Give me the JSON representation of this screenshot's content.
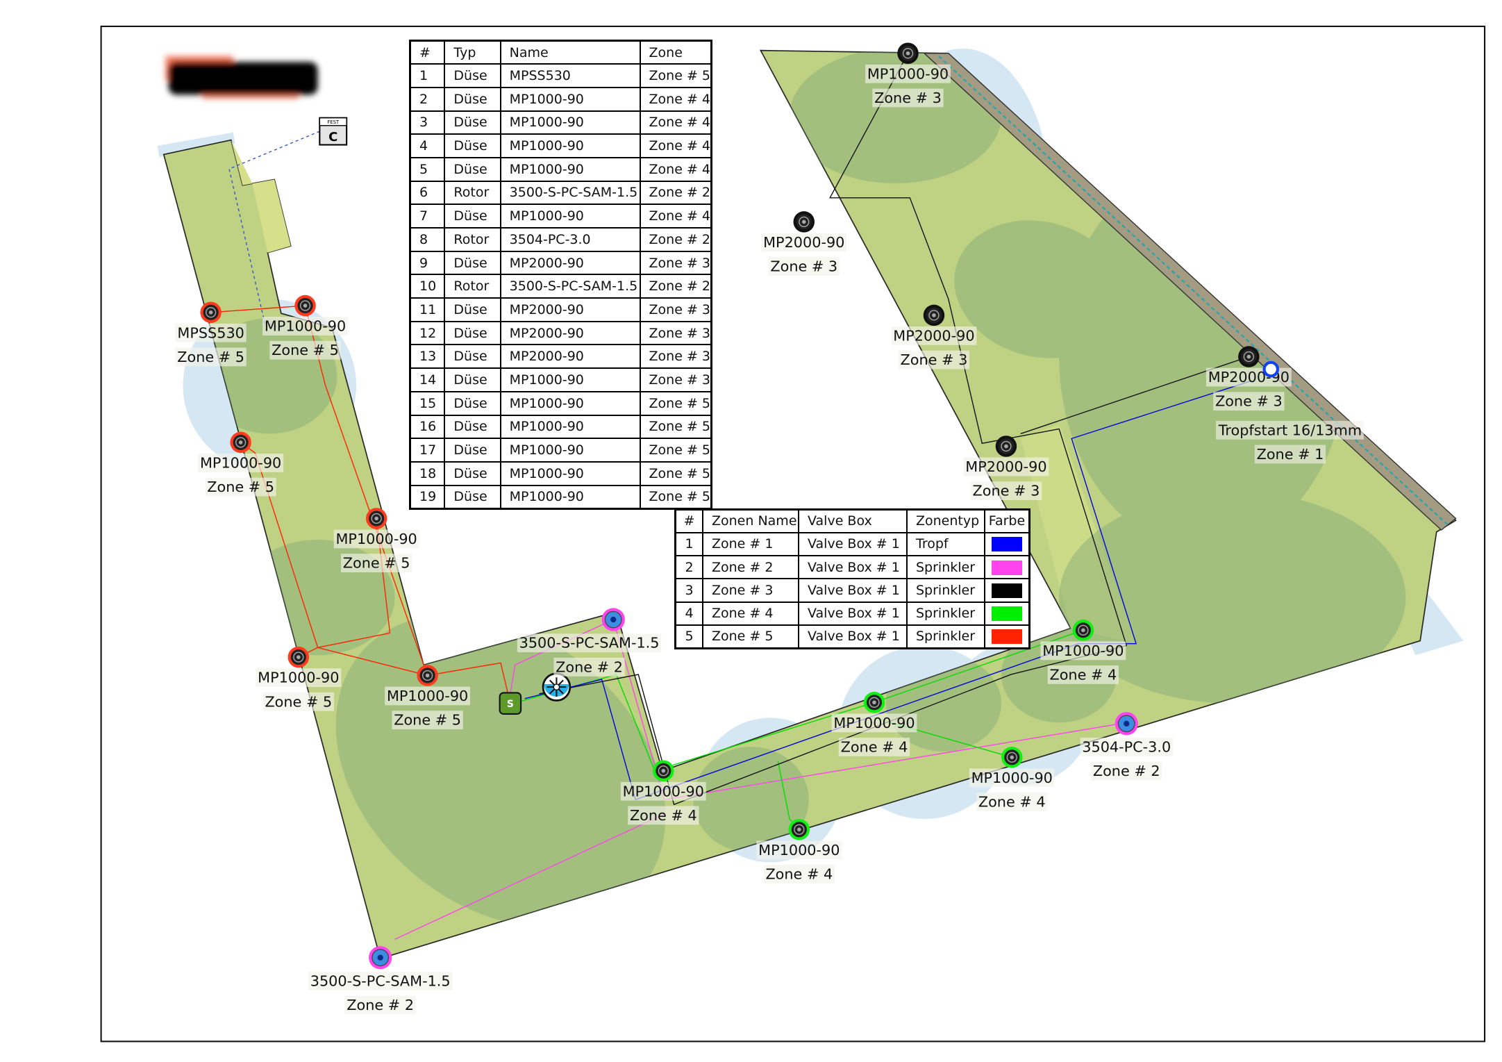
{
  "legend_box": {
    "top": "FEST",
    "letter": "C"
  },
  "valve_label": "S",
  "drip_start": {
    "name": "Tropfstart 16/13mm",
    "zone": "Zone # 1"
  },
  "heads": [
    {
      "name": "MPSS530",
      "zone": "Zone # 5",
      "ring": "#ff3b1f",
      "type": "nozzle"
    },
    {
      "name": "MP1000-90",
      "zone": "Zone # 5",
      "ring": "#ff3b1f",
      "type": "nozzle"
    },
    {
      "name": "MP1000-90",
      "zone": "Zone # 5",
      "ring": "#ff3b1f",
      "type": "nozzle"
    },
    {
      "name": "MP1000-90",
      "zone": "Zone # 5",
      "ring": "#ff3b1f",
      "type": "nozzle"
    },
    {
      "name": "MP1000-90",
      "zone": "Zone # 5",
      "ring": "#ff3b1f",
      "type": "nozzle"
    },
    {
      "name": "MP1000-90",
      "zone": "Zone # 5",
      "ring": "#ff3b1f",
      "type": "nozzle"
    },
    {
      "name": "3500-S-PC-SAM-1.5",
      "zone": "Zone # 2",
      "ring": "#ff44ee",
      "type": "rotor"
    },
    {
      "name": "MP1000-90",
      "zone": "Zone # 4",
      "ring": "#11ee11",
      "type": "nozzle"
    },
    {
      "name": "MP1000-90",
      "zone": "Zone # 4",
      "ring": "#11ee11",
      "type": "nozzle"
    },
    {
      "name": "MP1000-90",
      "zone": "Zone # 4",
      "ring": "#11ee11",
      "type": "nozzle"
    },
    {
      "name": "MP1000-90",
      "zone": "Zone # 4",
      "ring": "#11ee11",
      "type": "nozzle"
    },
    {
      "name": "MP1000-90",
      "zone": "Zone # 4",
      "ring": "#11ee11",
      "type": "nozzle"
    },
    {
      "name": "3504-PC-3.0",
      "zone": "Zone # 2",
      "ring": "#ff44ee",
      "type": "rotor"
    },
    {
      "name": "3500-S-PC-SAM-1.5",
      "zone": "Zone # 2",
      "ring": "#ff44ee",
      "type": "rotor"
    },
    {
      "name": "MP1000-90",
      "zone": "Zone # 3",
      "ring": "#111111",
      "type": "nozzle"
    },
    {
      "name": "MP2000-90",
      "zone": "Zone # 3",
      "ring": "#111111",
      "type": "nozzle"
    },
    {
      "name": "MP2000-90",
      "zone": "Zone # 3",
      "ring": "#111111",
      "type": "nozzle"
    },
    {
      "name": "MP2000-90",
      "zone": "Zone # 3",
      "ring": "#111111",
      "type": "nozzle"
    },
    {
      "name": "MP2000-90",
      "zone": "Zone # 3",
      "ring": "#111111",
      "type": "nozzle"
    }
  ],
  "heads_table": {
    "headers": [
      "#",
      "Typ",
      "Name",
      "Zone"
    ],
    "rows": [
      [
        "1",
        "Düse",
        "MPSS530",
        "Zone # 5"
      ],
      [
        "2",
        "Düse",
        "MP1000-90",
        "Zone # 4"
      ],
      [
        "3",
        "Düse",
        "MP1000-90",
        "Zone # 4"
      ],
      [
        "4",
        "Düse",
        "MP1000-90",
        "Zone # 4"
      ],
      [
        "5",
        "Düse",
        "MP1000-90",
        "Zone # 4"
      ],
      [
        "6",
        "Rotor",
        "3500-S-PC-SAM-1.5",
        "Zone # 2"
      ],
      [
        "7",
        "Düse",
        "MP1000-90",
        "Zone # 4"
      ],
      [
        "8",
        "Rotor",
        "3504-PC-3.0",
        "Zone # 2"
      ],
      [
        "9",
        "Düse",
        "MP2000-90",
        "Zone # 3"
      ],
      [
        "10",
        "Rotor",
        "3500-S-PC-SAM-1.5",
        "Zone # 2"
      ],
      [
        "11",
        "Düse",
        "MP2000-90",
        "Zone # 3"
      ],
      [
        "12",
        "Düse",
        "MP2000-90",
        "Zone # 3"
      ],
      [
        "13",
        "Düse",
        "MP2000-90",
        "Zone # 3"
      ],
      [
        "14",
        "Düse",
        "MP1000-90",
        "Zone # 3"
      ],
      [
        "15",
        "Düse",
        "MP1000-90",
        "Zone # 5"
      ],
      [
        "16",
        "Düse",
        "MP1000-90",
        "Zone # 5"
      ],
      [
        "17",
        "Düse",
        "MP1000-90",
        "Zone # 5"
      ],
      [
        "18",
        "Düse",
        "MP1000-90",
        "Zone # 5"
      ],
      [
        "19",
        "Düse",
        "MP1000-90",
        "Zone # 5"
      ]
    ]
  },
  "zones_table": {
    "headers": [
      "#",
      "Zonen Name",
      "Valve Box",
      "Zonentyp",
      "Farbe"
    ],
    "rows": [
      {
        "n": "1",
        "name": "Zone # 1",
        "box": "Valve Box # 1",
        "type": "Tropf",
        "color": "#0000ff"
      },
      {
        "n": "2",
        "name": "Zone # 2",
        "box": "Valve Box # 1",
        "type": "Sprinkler",
        "color": "#ff44ee"
      },
      {
        "n": "3",
        "name": "Zone # 3",
        "box": "Valve Box # 1",
        "type": "Sprinkler",
        "color": "#000000"
      },
      {
        "n": "4",
        "name": "Zone # 4",
        "box": "Valve Box # 1",
        "type": "Sprinkler",
        "color": "#00ee00"
      },
      {
        "n": "5",
        "name": "Zone # 5",
        "box": "Valve Box # 1",
        "type": "Sprinkler",
        "color": "#ff2200"
      }
    ]
  }
}
